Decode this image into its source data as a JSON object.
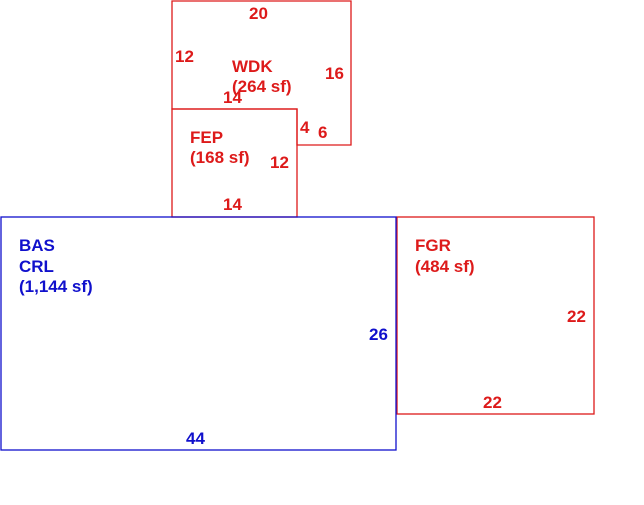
{
  "colors": {
    "main_area": "#1010cc",
    "addition_area": "#dd1a1a",
    "background": "#ffffff"
  },
  "areas": {
    "wdk": {
      "code": "WDK",
      "area": "(264 sf)",
      "dims": {
        "top": "20",
        "left": "12",
        "right": "16",
        "bottom_inner": "14",
        "bottom_notch": "4",
        "bottom_right": "6"
      }
    },
    "fep": {
      "code": "FEP",
      "area": "(168 sf)",
      "dims": {
        "right": "12",
        "bottom": "14"
      }
    },
    "bas": {
      "code": "BAS",
      "subcode": "CRL",
      "area": "(1,144 sf)",
      "dims": {
        "right": "26",
        "bottom": "44"
      }
    },
    "fgr": {
      "code": "FGR",
      "area": "(484 sf)",
      "dims": {
        "right": "22",
        "bottom": "22"
      }
    }
  }
}
